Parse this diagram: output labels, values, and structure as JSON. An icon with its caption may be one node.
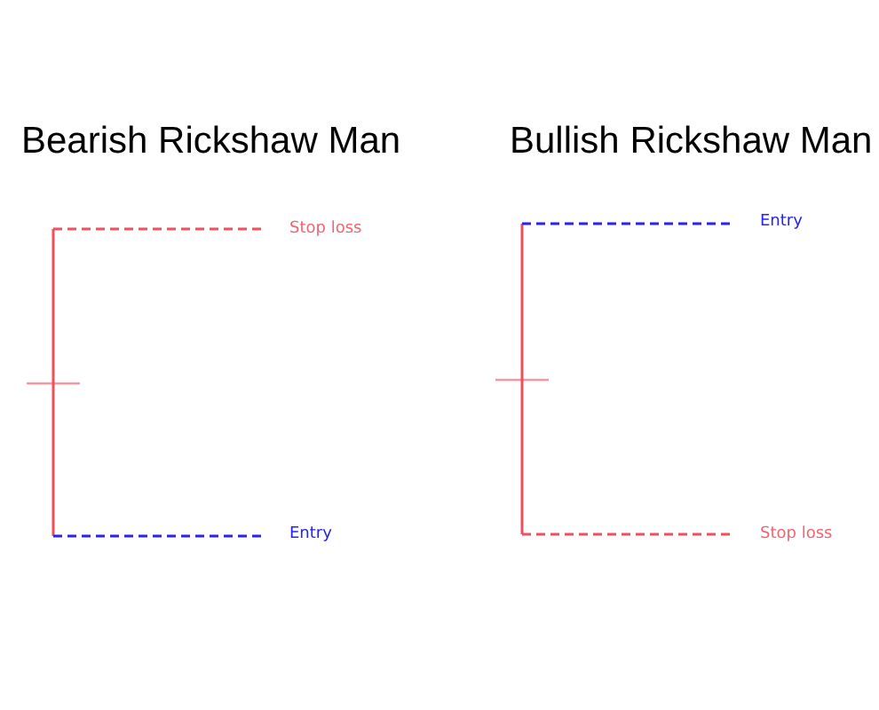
{
  "diagram": {
    "labels": [
      "Bearish Rickshaw Man",
      "Stop loss",
      "Entry",
      "Bullish Rickshaw Man",
      "Entry",
      "Stop loss"
    ]
  }
}
